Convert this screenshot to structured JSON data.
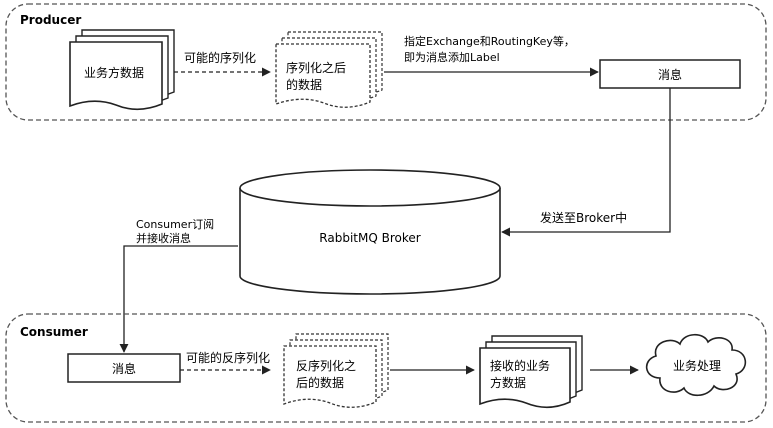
{
  "producer": {
    "section_label": "Producer",
    "business_data": "业务方数据",
    "serialize_step": "可能的序列化",
    "serialized_data_line1": "序列化之后",
    "serialized_data_line2": "的数据",
    "label_note_line1": "指定Exchange和RoutingKey等，",
    "label_note_line2": "即为消息添加Label",
    "message": "消息"
  },
  "broker": {
    "name": "RabbitMQ Broker",
    "send_label": "发送至Broker中",
    "subscribe_line1": "Consumer订阅",
    "subscribe_line2": "并接收消息"
  },
  "consumer": {
    "section_label": "Consumer",
    "message": "消息",
    "deserialize_step": "可能的反序列化",
    "deserialized_data_line1": "反序列化之",
    "deserialized_data_line2": "后的数据",
    "received_data_line1": "接收的业务",
    "received_data_line2": "方数据",
    "business_processing": "业务处理"
  },
  "colors": {
    "stroke": "#222222",
    "section_border": "#555555",
    "background": "#ffffff"
  }
}
